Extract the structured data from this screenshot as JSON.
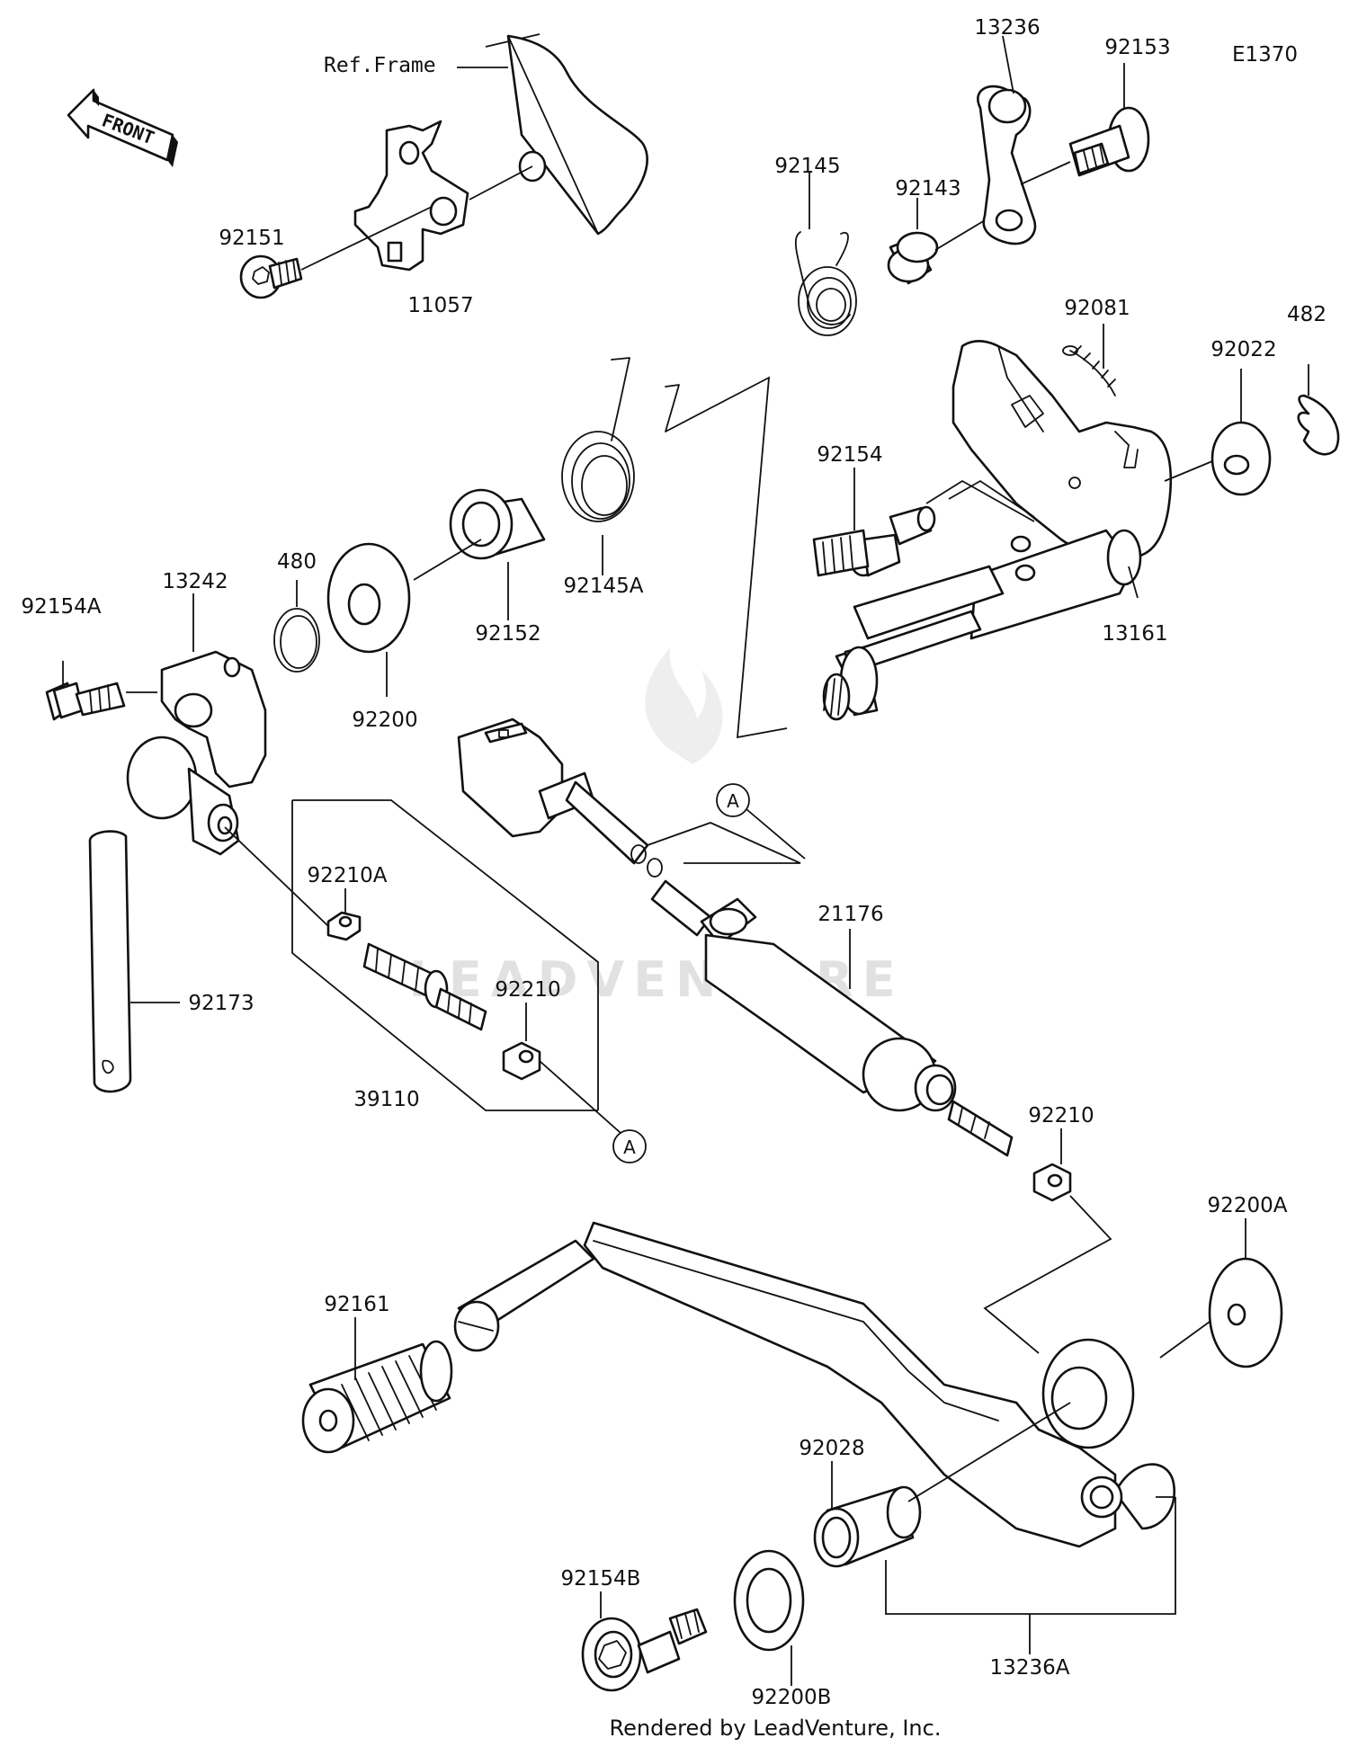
{
  "diagram": {
    "code": "E1370",
    "ref_frame_label": "Ref.Frame",
    "front_label": "FRONT",
    "watermark": "LEADVENTURE",
    "footer": "Rendered by LeadVenture, Inc.",
    "callout_letter": "A"
  },
  "parts": [
    {
      "key": "p13236",
      "number": "13236"
    },
    {
      "key": "p92153",
      "number": "92153"
    },
    {
      "key": "p92145",
      "number": "92145"
    },
    {
      "key": "p92143",
      "number": "92143"
    },
    {
      "key": "p92151",
      "number": "92151"
    },
    {
      "key": "p11057",
      "number": "11057"
    },
    {
      "key": "p92081",
      "number": "92081"
    },
    {
      "key": "p482",
      "number": "482"
    },
    {
      "key": "p92022",
      "number": "92022"
    },
    {
      "key": "p92154",
      "number": "92154"
    },
    {
      "key": "p13242",
      "number": "13242"
    },
    {
      "key": "p480",
      "number": "480"
    },
    {
      "key": "p92154A",
      "number": "92154A"
    },
    {
      "key": "p92152",
      "number": "92152"
    },
    {
      "key": "p92145A",
      "number": "92145A"
    },
    {
      "key": "p13161",
      "number": "13161"
    },
    {
      "key": "p92200",
      "number": "92200"
    },
    {
      "key": "p92210A",
      "number": "92210A"
    },
    {
      "key": "p21176",
      "number": "21176"
    },
    {
      "key": "p92173",
      "number": "92173"
    },
    {
      "key": "p92210",
      "number": "92210"
    },
    {
      "key": "p39110",
      "number": "39110"
    },
    {
      "key": "p92210b",
      "number": "92210"
    },
    {
      "key": "p92200A",
      "number": "92200A"
    },
    {
      "key": "p92161",
      "number": "92161"
    },
    {
      "key": "p92028",
      "number": "92028"
    },
    {
      "key": "p92154B",
      "number": "92154B"
    },
    {
      "key": "p92200B",
      "number": "92200B"
    },
    {
      "key": "p13236A",
      "number": "13236A"
    }
  ]
}
